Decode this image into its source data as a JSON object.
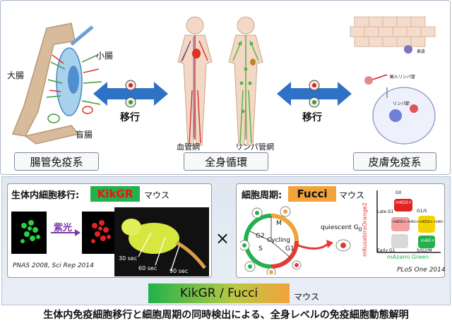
{
  "top": {
    "left_box": "腸管免疫系",
    "center_box": "全身循環",
    "right_box": "皮膚免疫系",
    "migration_left": "移行",
    "migration_right": "移行",
    "gut_large": "大腸",
    "gut_small": "小腸",
    "gut_cecum": "盲腸",
    "blood_vessel": "血管網",
    "lymph_vessel": "リンパ管網",
    "skin_surface": "表皮",
    "skin_lymph": "輸入リンパ管",
    "skin_node": "リンパ節"
  },
  "bottom": {
    "left_title": "生体内細胞移行:",
    "left_kikgr": "KikGR",
    "left_mouse": "マウス",
    "violet": "紫光",
    "left_cite": "PNAS 2008, Sci Rep 2014",
    "t30": "30 sec",
    "t60": "60 sec",
    "t90": "90 sec",
    "times": "×",
    "right_title": "細胞周期:",
    "right_fucci": "Fucci",
    "right_mouse": "マウス",
    "cycling": "Cycling",
    "quiescent": "quiescent G",
    "quiescent_sub": "0",
    "g2": "G2",
    "s": "S",
    "m": "M",
    "g1": "G1",
    "y_axis": "mKusabiraOrange2",
    "x_axis": "mAzami Green",
    "q_g0": "G0",
    "q_late": "Late G1",
    "q_g1s": "G1/S",
    "q_early": "Early G1",
    "q_sg2m": "S/G2/M",
    "q_ko2p": "mKO2+",
    "q_ko2p_ag": "mKO2+ mAG+",
    "q_ko2_ag": "mKO2+ mAG-",
    "q_ag": "mAG+",
    "right_cite": "PLoS One 2014",
    "bottom_bar": "KikGR / Fucci",
    "bottom_mouse": "マウス"
  },
  "caption": "生体内免疫細胞移行と細胞周期の同時検出による、全身レベルの免疫細胞動態解明",
  "colors": {
    "green": "#22b14c",
    "orange": "#f2a33a",
    "red": "#e53935",
    "arrow_blue": "#2f72c5"
  }
}
